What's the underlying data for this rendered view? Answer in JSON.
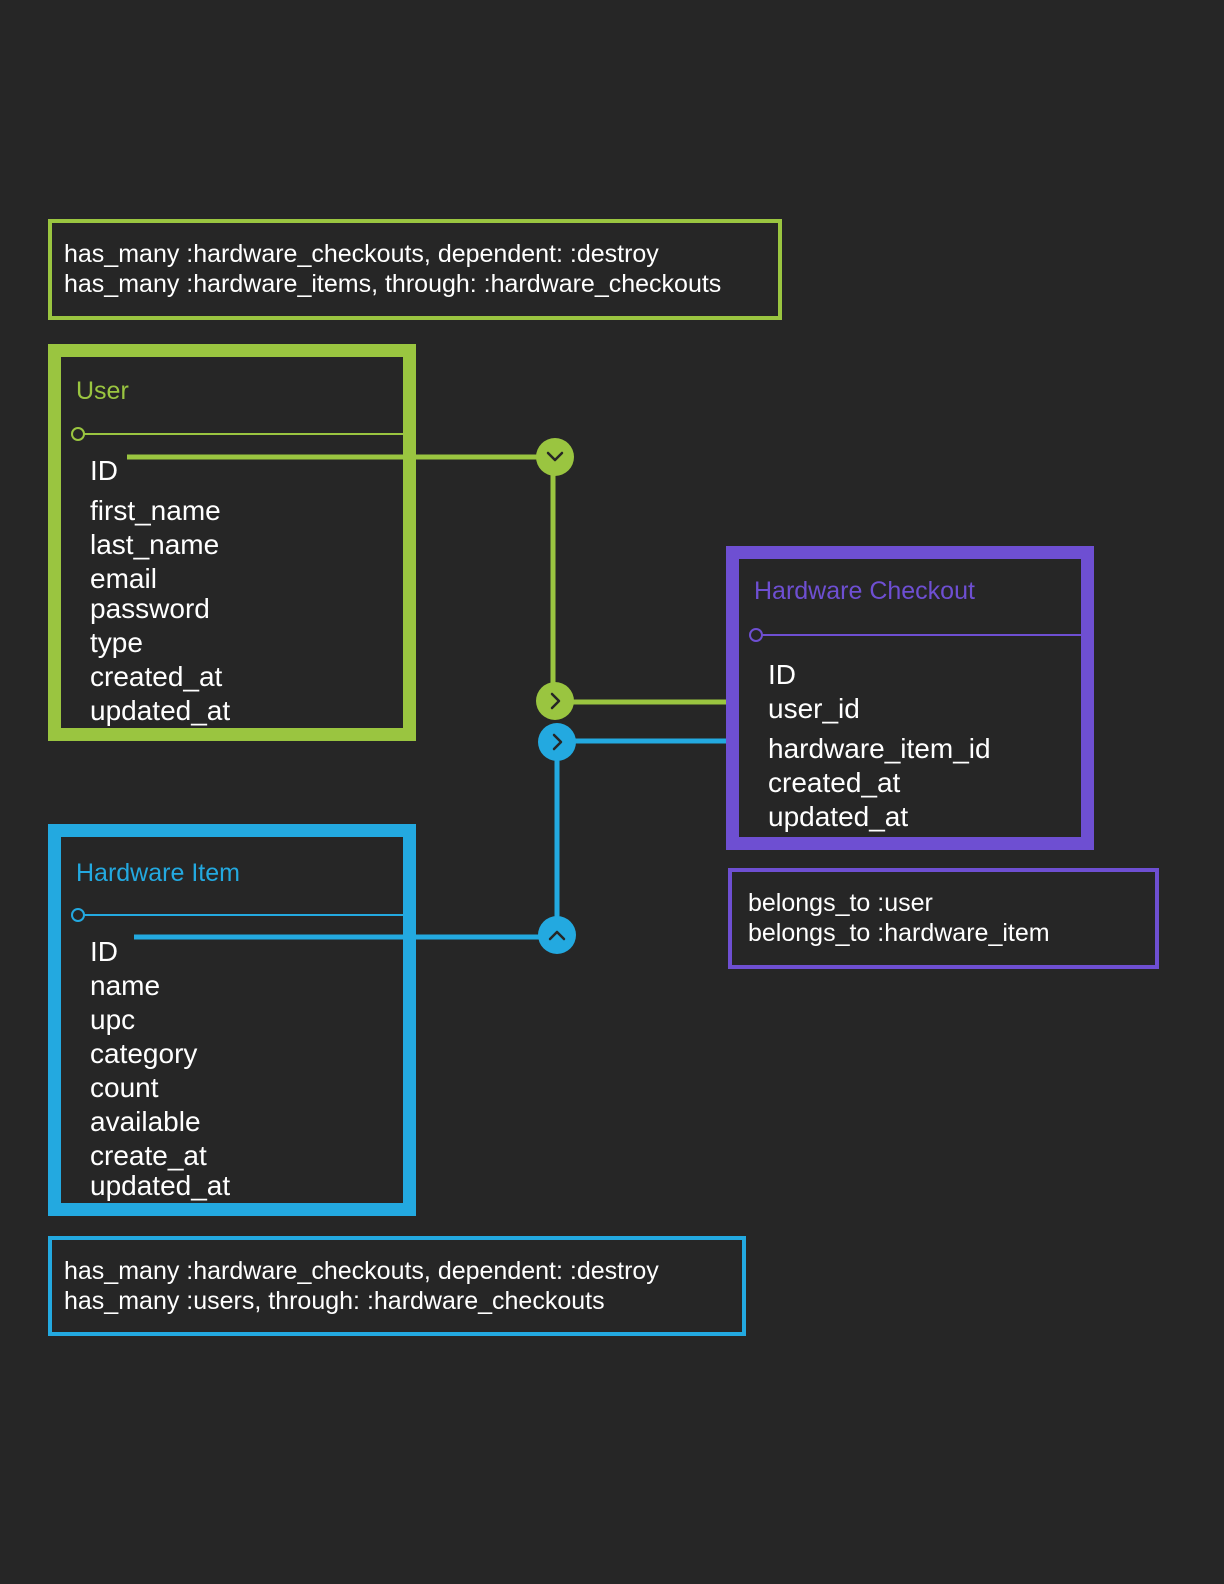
{
  "colors": {
    "background": "#262626",
    "user": "#9ac540",
    "hardware_item": "#23a9e0",
    "hardware_checkout": "#6e4fd2",
    "text": "#ffffff"
  },
  "user_note": {
    "lines": [
      "has_many :hardware_checkouts, dependent: :destroy",
      "has_many :hardware_items, through: :hardware_checkouts"
    ]
  },
  "user": {
    "title": "User",
    "fields": [
      "ID",
      "first_name",
      "last_name",
      "email",
      "password",
      "type",
      "created_at",
      "updated_at"
    ]
  },
  "hardware_checkout": {
    "title": "Hardware Checkout",
    "fields": [
      "ID",
      "user_id",
      "hardware_item_id",
      "created_at",
      "updated_at"
    ]
  },
  "checkout_note": {
    "lines": [
      "belongs_to :user",
      "belongs_to :hardware_item"
    ]
  },
  "hardware_item": {
    "title": "Hardware Item",
    "fields": [
      "ID",
      "name",
      "upc",
      "category",
      "count",
      "available",
      "create_at",
      "updated_at"
    ]
  },
  "item_note": {
    "lines": [
      "has_many :hardware_checkouts, dependent: :destroy",
      "has_many :users, through: :hardware_checkouts"
    ]
  },
  "connectors": [
    {
      "from": "user.ID",
      "to": "hardware_checkout.user_id",
      "icons": [
        "chevron-down-icon",
        "chevron-right-icon"
      ]
    },
    {
      "from": "hardware_item.ID",
      "to": "hardware_checkout.hardware_item_id",
      "icons": [
        "chevron-up-icon",
        "chevron-right-icon"
      ]
    }
  ]
}
